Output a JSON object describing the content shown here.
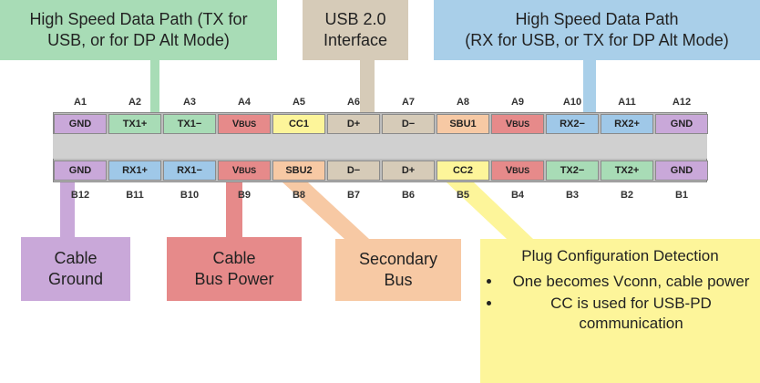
{
  "colors": {
    "green": "#a8dcb6",
    "green_box": "#a8dcb6",
    "blue": "#9fc8e8",
    "blue_box": "#a9cfe9",
    "tan": "#d6cbb8",
    "purple": "#c9a8d9",
    "red": "#e68a8a",
    "orange": "#f7c9a4",
    "yellow": "#fdf59a"
  },
  "callouts": {
    "tx_top": [
      "High Speed Data Path (TX for",
      "USB, or for DP Alt Mode)"
    ],
    "usb2": [
      "USB 2.0",
      "Interface"
    ],
    "rx_top": [
      "High Speed Data Path",
      "(RX for USB, or TX for DP Alt Mode)"
    ],
    "ground": [
      "Cable",
      "Ground"
    ],
    "power": [
      "Cable",
      "Bus Power"
    ],
    "secondary": [
      "Secondary",
      "Bus"
    ],
    "cc_title": "Plug Configuration Detection",
    "cc_bullets": [
      "One becomes Vconn, cable power",
      "CC is used for USB-PD communication"
    ]
  },
  "top_row": [
    {
      "num": "A1",
      "label": "GND",
      "color": "purple"
    },
    {
      "num": "A2",
      "label": "TX1+",
      "color": "green"
    },
    {
      "num": "A3",
      "label": "TX1−",
      "color": "green"
    },
    {
      "num": "A4",
      "label": "VBUS",
      "color": "red",
      "vbus": true
    },
    {
      "num": "A5",
      "label": "CC1",
      "color": "yellow"
    },
    {
      "num": "A6",
      "label": "D+",
      "color": "tan"
    },
    {
      "num": "A7",
      "label": "D−",
      "color": "tan"
    },
    {
      "num": "A8",
      "label": "SBU1",
      "color": "orange"
    },
    {
      "num": "A9",
      "label": "VBUS",
      "color": "red",
      "vbus": true
    },
    {
      "num": "A10",
      "label": "RX2−",
      "color": "blue"
    },
    {
      "num": "A11",
      "label": "RX2+",
      "color": "blue"
    },
    {
      "num": "A12",
      "label": "GND",
      "color": "purple"
    }
  ],
  "bottom_row": [
    {
      "num": "B12",
      "label": "GND",
      "color": "purple"
    },
    {
      "num": "B11",
      "label": "RX1+",
      "color": "blue"
    },
    {
      "num": "B10",
      "label": "RX1−",
      "color": "blue"
    },
    {
      "num": "B9",
      "label": "VBUS",
      "color": "red",
      "vbus": true
    },
    {
      "num": "B8",
      "label": "SBU2",
      "color": "orange"
    },
    {
      "num": "B7",
      "label": "D−",
      "color": "tan"
    },
    {
      "num": "B6",
      "label": "D+",
      "color": "tan"
    },
    {
      "num": "B5",
      "label": "CC2",
      "color": "yellow"
    },
    {
      "num": "B4",
      "label": "VBUS",
      "color": "red",
      "vbus": true
    },
    {
      "num": "B3",
      "label": "TX2−",
      "color": "green"
    },
    {
      "num": "B2",
      "label": "TX2+",
      "color": "green"
    },
    {
      "num": "B1",
      "label": "GND",
      "color": "purple"
    }
  ]
}
